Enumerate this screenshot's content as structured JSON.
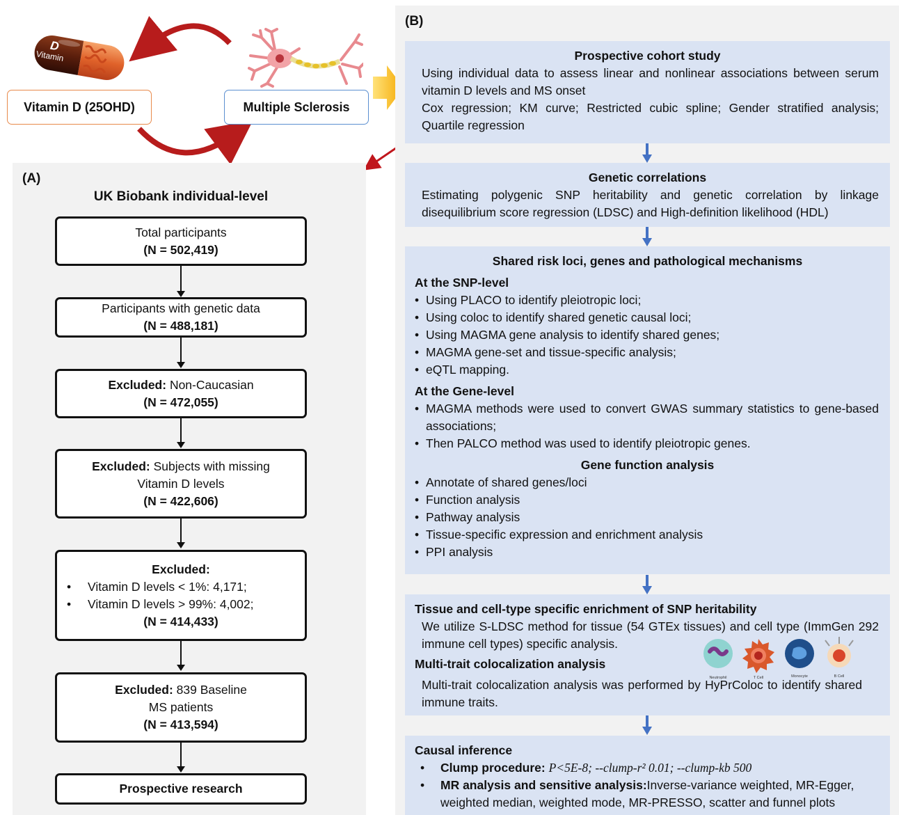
{
  "top": {
    "pill_letter": "D",
    "pill_word": "Vitamin",
    "vitd_label": "Vitamin D (25OHD)",
    "ms_label": "Multiple Sclerosis"
  },
  "panel_a": {
    "label": "(A)",
    "title": "UK Biobank individual-level",
    "boxes": [
      {
        "l1": "Total participants",
        "n": "(N = 502,419)"
      },
      {
        "l1": "Participants with genetic data",
        "n": "(N = 488,181)"
      },
      {
        "bold": "Excluded:",
        "rest": " Non-Caucasian",
        "n": "(N = 472,055)"
      },
      {
        "bold": "Excluded:",
        "rest": " Subjects with missing",
        "l2": "Vitamin D levels",
        "n": "(N = 422,606)"
      },
      {
        "bold": "Excluded:",
        "b1": "Vitamin D levels < 1%: 4,171;",
        "b2": "Vitamin D levels > 99%: 4,002;",
        "n": "(N = 414,433)"
      },
      {
        "bold": "Excluded:",
        "rest": " 839 Baseline",
        "l2": "MS patients",
        "n": "(N = 413,594)"
      },
      {
        "bold": "Prospective research"
      }
    ]
  },
  "panel_b": {
    "label": "(B)",
    "cohort": {
      "title": "Prospective cohort study",
      "p1": "Using individual data to assess linear and nonlinear associations between serum vitamin D levels and MS onset",
      "p2": "Cox regression; KM curve; Restricted cubic spline; Gender stratified analysis; Quartile regression"
    },
    "genetic": {
      "title": "Genetic correlations",
      "p1": "Estimating polygenic SNP heritability and genetic correlation by linkage disequilibrium score regression (LDSC) and High-definition likelihood (HDL)"
    },
    "shared": {
      "title": "Shared risk loci, genes and pathological mechanisms",
      "snp_title": "At the SNP-level",
      "snp_items": [
        "Using PLACO to identify pleiotropic loci;",
        "Using coloc to identify shared genetic causal loci;",
        "Using MAGMA gene analysis to identify shared genes;",
        "MAGMA gene-set and tissue-specific analysis;",
        "eQTL mapping."
      ],
      "gene_title": "At the Gene-level",
      "gene_items": [
        "MAGMA methods were used to convert GWAS summary statistics to gene-based associations;",
        "Then PALCO method was used to identify pleiotropic genes."
      ],
      "func_title": "Gene function analysis",
      "func_items": [
        "Annotate of shared genes/loci",
        "Function analysis",
        "Pathway analysis",
        "Tissue-specific expression and enrichment analysis",
        "PPI analysis"
      ]
    },
    "tissue": {
      "title": "Tissue and cell-type specific enrichment of SNP heritability",
      "p1": "We utilize S-LDSC method for tissue (54 GTEx tissues) and cell type (ImmGen 292 immune cell types) specific analysis.",
      "multi_title": "Multi-trait colocalization analysis",
      "p2": "Multi-trait colocalization analysis was performed by HyPrColoc to identify shared immune traits.",
      "cells": [
        "Neutrophil",
        "T Cell",
        "Monocyte",
        "B Cell"
      ]
    },
    "causal": {
      "title": "Causal inference",
      "clump_label": "Clump procedure:",
      "clump_value": "P<5E-8; --clump-r² 0.01; --clump-kb 500",
      "mr_label": "MR analysis and sensitive analysis:",
      "mr_value": "Inverse-variance weighted, MR-Egger, weighted median, weighted mode, MR-PRESSO, scatter and funnel plots"
    }
  },
  "colors": {
    "panel_bg": "#f2f2f2",
    "box_blue": "#dae3f3",
    "arrow_blue": "#4472c4",
    "curve_red": "#b71c1c",
    "vitd_border": "#e8894a",
    "ms_border": "#5b8fd0",
    "big_arrow": "#f5b820"
  }
}
